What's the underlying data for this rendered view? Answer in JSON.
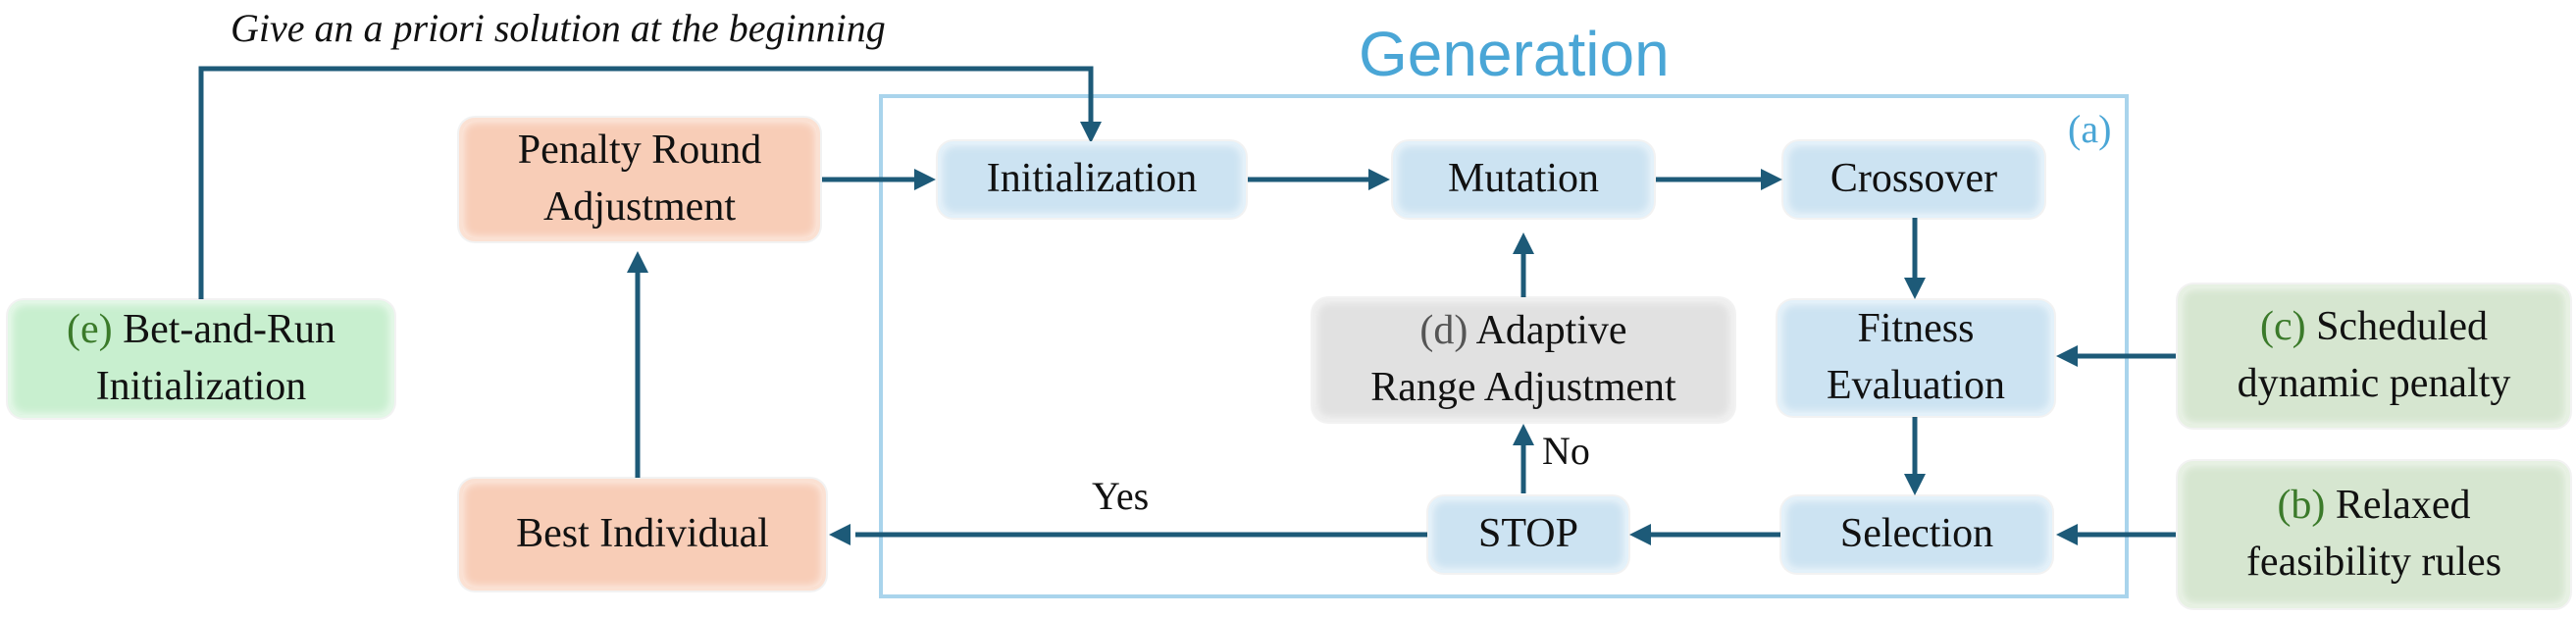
{
  "top_note": "Give an a priori solution at the beginning",
  "generation": {
    "title": "Generation",
    "tag": "(a)"
  },
  "nodes": {
    "penalty_round": {
      "line1": "Penalty Round",
      "line2": "Adjustment"
    },
    "initialization": "Initialization",
    "mutation": "Mutation",
    "crossover": "Crossover",
    "fitness": {
      "line1": "Fitness",
      "line2": "Evaluation"
    },
    "selection": "Selection",
    "stop": "STOP",
    "best_individual": "Best Individual",
    "adaptive": {
      "prefix": "(d)",
      "line1": "Adaptive",
      "line2": "Range Adjustment"
    },
    "bet_and_run": {
      "prefix": "(e)",
      "line1": "Bet-and-Run",
      "line2": "Initialization"
    },
    "scheduled": {
      "prefix": "(c)",
      "line1": "Scheduled",
      "line2": "dynamic penalty"
    },
    "relaxed": {
      "prefix": "(b)",
      "line1": "Relaxed",
      "line2": "feasibility rules"
    }
  },
  "edge_labels": {
    "yes": "Yes",
    "no": "No"
  },
  "colors": {
    "arrow": "#1d5a78",
    "generation_frame": "#a9d4ec",
    "generation_title": "#4aa6d6",
    "blue_node": "#cce3f2",
    "salmon_node": "#f8cdb7",
    "green_node": "#c8efcf",
    "sage_node": "#d6e6d0",
    "gray_node": "#e1e1e1"
  }
}
